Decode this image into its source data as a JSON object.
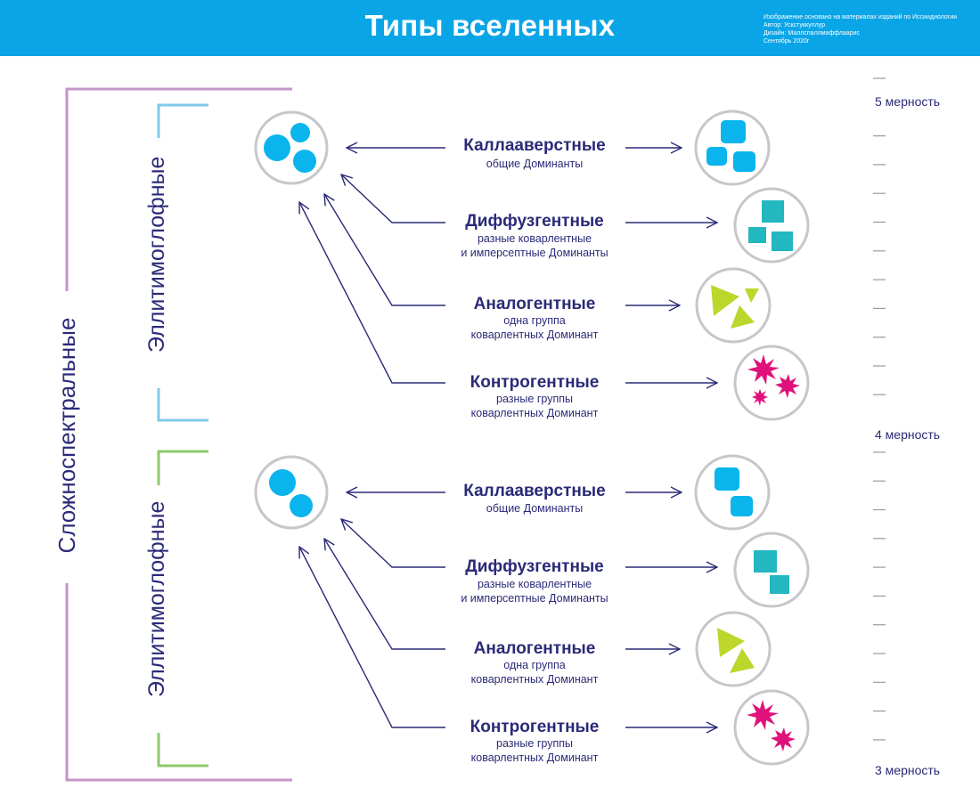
{
  "header": {
    "title": "Типы вселенных",
    "credits": [
      "Изображение основано на материалах изданий по Иссиидиологии",
      "Автор: Ускстуккуллур",
      "Дизайн: Маллспаллмаффлаарис",
      "Сентябрь 2020г"
    ]
  },
  "colors": {
    "header_bg": "#0aa5e6",
    "text": "#2b2a78",
    "purple_bracket": "#c495c9",
    "blue_bracket": "#7fcaea",
    "green_bracket": "#8ec96b",
    "circle_stroke": "#c7c7cb",
    "cyan_shapes": "#0ab4ec",
    "teal_shapes": "#23b7bf",
    "lime_shapes": "#bdd62c",
    "magenta_shapes": "#e0117b"
  },
  "labels": {
    "outer": "Сложноспектральные",
    "group_top": "Эллитимоглофные",
    "group_bottom": "Эллитимоглофные"
  },
  "groups": [
    {
      "types": [
        {
          "name": "Каллааверстные",
          "desc": [
            "общие Доминанты"
          ],
          "icon": "circles-icon"
        },
        {
          "name": "Диффузгентные",
          "desc": [
            "разные коварлентные",
            "и имперсептные Доминанты"
          ],
          "icon": "squares-icon"
        },
        {
          "name": "Аналогентные",
          "desc": [
            "одна группа",
            "коварлентных Доминант"
          ],
          "icon": "triangles-icon"
        },
        {
          "name": "Контрогентные",
          "desc": [
            "разные группы",
            "коварлентных Доминант"
          ],
          "icon": "stars-icon"
        }
      ]
    },
    {
      "types": [
        {
          "name": "Каллааверстные",
          "desc": [
            "общие Доминанты"
          ],
          "icon": "circles-icon"
        },
        {
          "name": "Диффузгентные",
          "desc": [
            "разные коварлентные",
            "и имперсептные Доминанты"
          ],
          "icon": "squares-icon"
        },
        {
          "name": "Аналогентные",
          "desc": [
            "одна группа",
            "коварлентных Доминант"
          ],
          "icon": "triangles-icon"
        },
        {
          "name": "Контрогентные",
          "desc": [
            "разные группы",
            "коварлентных Доминант"
          ],
          "icon": "stars-icon"
        }
      ]
    }
  ],
  "scale": {
    "labels": [
      "5 мерность",
      "4 мерность",
      "3 мерность"
    ]
  }
}
